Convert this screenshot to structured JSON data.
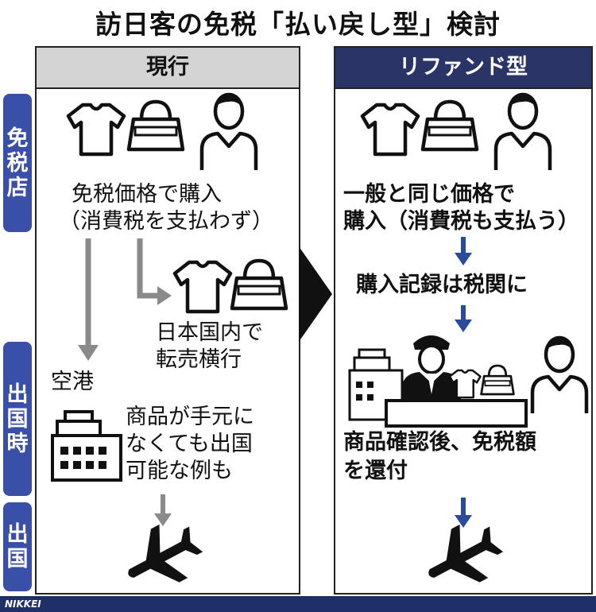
{
  "title": "訪日客の免税「払い戻し型」検討",
  "columns": {
    "current": "現行",
    "refund": "リファンド型"
  },
  "stages": {
    "store": [
      "免",
      "税",
      "店"
    ],
    "departure_time": [
      "出",
      "国",
      "時"
    ],
    "departure": [
      "出",
      "国"
    ]
  },
  "current": {
    "purchase_line1": "免税価格で購入",
    "purchase_line2": "（消費税を支払わず）",
    "resale_line1": "日本国内で",
    "resale_line2": "転売横行",
    "airport": "空港",
    "exit_line1": "商品が手元に",
    "exit_line2": "なくても出国",
    "exit_line3": "可能な例も"
  },
  "refund": {
    "purchase_line1": "一般と同じ価格で",
    "purchase_line2": "購入（消費税も支払う）",
    "record": "購入記録は税関に",
    "refund_line1": "商品確認後、免税額",
    "refund_line2": "を還付"
  },
  "footer": {
    "logo": "NIKKEI"
  },
  "colors": {
    "navy": "#2a3466",
    "side_blue": "#3a4fa8",
    "arrow_gray": "#8a8a8a",
    "arrow_blue": "#2a4a9a"
  }
}
